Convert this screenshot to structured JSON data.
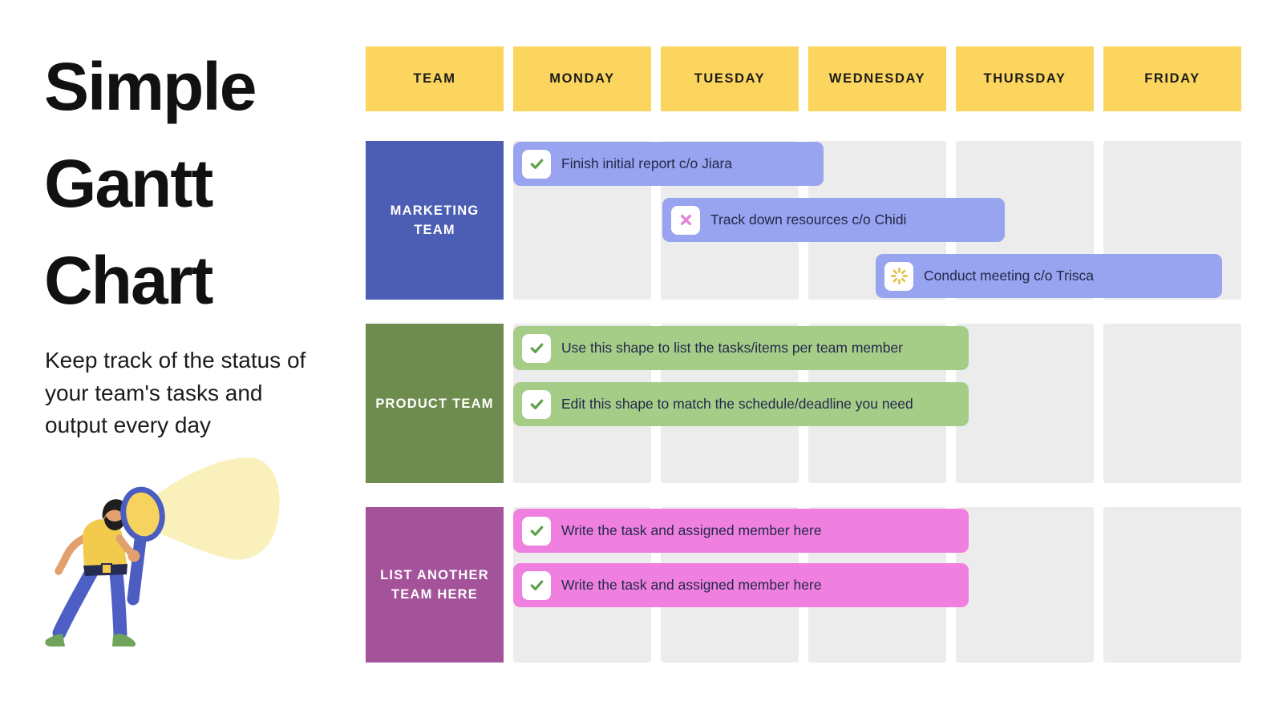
{
  "intro": {
    "title_lines": [
      "Simple",
      "Gantt",
      "Chart"
    ],
    "subtitle": "Keep track of the status of your team's tasks and output every day",
    "illustration": "person-with-magnifying-glass"
  },
  "chart_data": {
    "type": "table",
    "subtype": "gantt",
    "title": "Simple Gantt Chart",
    "subtitle": "Keep track of the status of your team's tasks and output every day",
    "columns": [
      "TEAM",
      "MONDAY",
      "TUESDAY",
      "WEDNESDAY",
      "THURSDAY",
      "FRIDAY"
    ],
    "rows": [
      {
        "team": "MARKETING TEAM",
        "tasks": [
          {
            "label": "Finish initial report c/o Jiara",
            "status": "done",
            "icon": "check-icon",
            "start_day": "Monday",
            "end_day": "Tuesday"
          },
          {
            "label": "Track down resources c/o Chidi",
            "status": "not-done",
            "icon": "cross-icon",
            "start_day": "Tuesday",
            "end_day": "Thursday"
          },
          {
            "label": "Conduct meeting c/o Trisca",
            "status": "in-progress",
            "icon": "progress-icon",
            "start_day": "Wednesday",
            "end_day": "Friday"
          }
        ]
      },
      {
        "team": "PRODUCT TEAM",
        "tasks": [
          {
            "label": "Use this shape to list the tasks/items per team member",
            "status": "done",
            "icon": "check-icon",
            "start_day": "Monday",
            "end_day": "Wednesday"
          },
          {
            "label": "Edit this shape to match the schedule/deadline you need",
            "status": "done",
            "icon": "check-icon",
            "start_day": "Monday",
            "end_day": "Wednesday"
          }
        ]
      },
      {
        "team": "LIST ANOTHER TEAM HERE",
        "tasks": [
          {
            "label": "Write the task and assigned member here",
            "status": "done",
            "icon": "check-icon",
            "start_day": "Monday",
            "end_day": "Wednesday"
          },
          {
            "label": "Write the task and assigned member here",
            "status": "done",
            "icon": "check-icon",
            "start_day": "Monday",
            "end_day": "Wednesday"
          }
        ]
      }
    ],
    "legend_position": "none",
    "grid": "light-gray day cells with white gutters"
  },
  "colors": {
    "header_yellow": "#FBD55E",
    "marketing_team_blue": "#4C5DB4",
    "marketing_bar_periwinkle": "#98A4EF",
    "product_team_green": "#6D8C4D",
    "product_bar_green": "#A6CD88",
    "other_team_purple": "#A4539B",
    "other_bar_pink": "#F080DF",
    "day_cell_gray": "#ECECEC",
    "task_text_navy": "#23284A",
    "check_green": "#5FA24C",
    "cross_pink": "#E287D6",
    "progress_yellow": "#E2C145",
    "title_black": "#111111"
  }
}
